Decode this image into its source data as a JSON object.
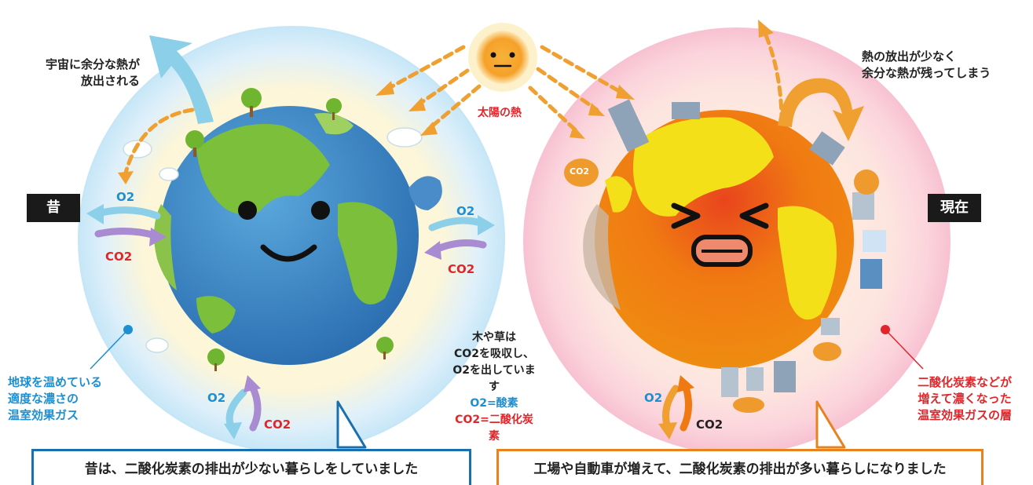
{
  "left_earth": {
    "era_label": "昔",
    "space_note_1": "宇宙に余分な熱が",
    "space_note_2": "放出される",
    "o2": "O2",
    "co2": "CO2",
    "o2_bottom": "O2",
    "co2_bottom": "CO2",
    "o2_right": "O2",
    "co2_right": "CO2",
    "ghg_1": "地球を温めている",
    "ghg_2": "適度な濃さの",
    "ghg_3": "温室効果ガス",
    "caption": "昔は、二酸化炭素の排出が少ない暮らしをしていました"
  },
  "sun": {
    "label": "太陽の熱"
  },
  "center": {
    "line1": "木や草は",
    "line2": "CO2を吸収し、",
    "line3": "O2を出しています",
    "line4": "O2=酸素",
    "line5": "CO2=二酸化炭素"
  },
  "right_earth": {
    "era_label": "現在",
    "heat_note_1": "熱の放出が少なく",
    "heat_note_2": "余分な熱が残ってしまう",
    "o2": "O2",
    "co2": "CO2",
    "ghg_1": "二酸化炭素などが",
    "ghg_2": "増えて濃くなった",
    "ghg_3": "温室効果ガスの層",
    "cloud_label": "CO2",
    "caption": "工場や自動車が増えて、二酸化炭素の排出が多い暮らしになりました"
  },
  "colors": {
    "blue_accent": "#1e8fd0",
    "red_accent": "#e0262b",
    "left_caption_border": "#1a6fae",
    "right_caption_border": "#e8821e",
    "sun_arrow": "#f0a030"
  }
}
